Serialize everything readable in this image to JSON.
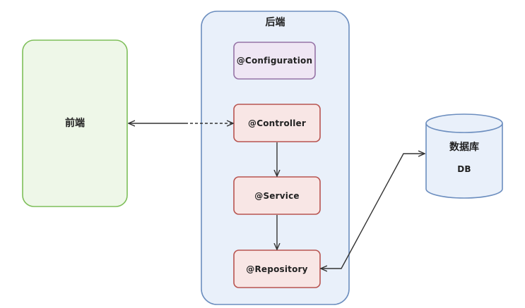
{
  "frontend": {
    "label": "前端"
  },
  "backend": {
    "label": "后端",
    "components": {
      "configuration": "@Configuration",
      "controller": "@Controller",
      "service": "@Service",
      "repository": "@Repository"
    }
  },
  "database": {
    "label": "数据库",
    "sublabel": "DB"
  },
  "colors": {
    "frontend_stroke": "#7fbf5a",
    "frontend_fill": "#eef7e8",
    "backend_stroke": "#6c8ebf",
    "backend_fill": "#e9f0fa",
    "configuration_stroke": "#9673a6",
    "configuration_fill": "#efe6f4",
    "component_stroke": "#b85450",
    "component_fill": "#f8e6e5",
    "db_stroke": "#6c8ebf",
    "db_fill": "#e9f0fa",
    "arrow": "#333333"
  }
}
